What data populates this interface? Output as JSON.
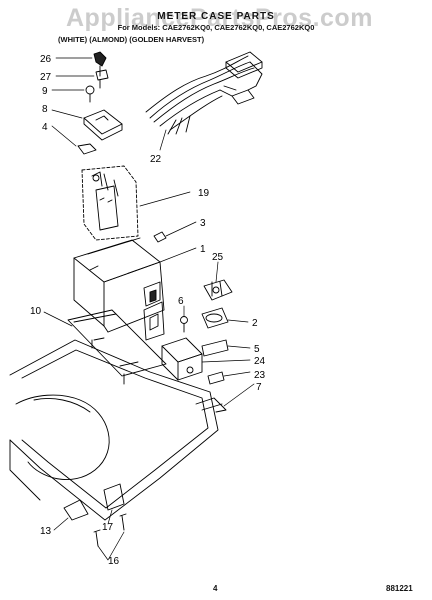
{
  "watermark": "AppliancePartsPros.com",
  "header": {
    "title": "METER CASE PARTS",
    "models": "For Models: CAE2762KQ0, CAE2762KQ0, CAE2762KQ0",
    "colors": "(WHITE)   (ALMOND)   (GOLDEN HARVEST)"
  },
  "callouts": [
    "26",
    "27",
    "9",
    "8",
    "4",
    "22",
    "19",
    "3",
    "1",
    "25",
    "6",
    "2",
    "10",
    "5",
    "24",
    "23",
    "7",
    "13",
    "17",
    "16"
  ],
  "footer": {
    "page_number": "4",
    "doc_code": "881221"
  }
}
